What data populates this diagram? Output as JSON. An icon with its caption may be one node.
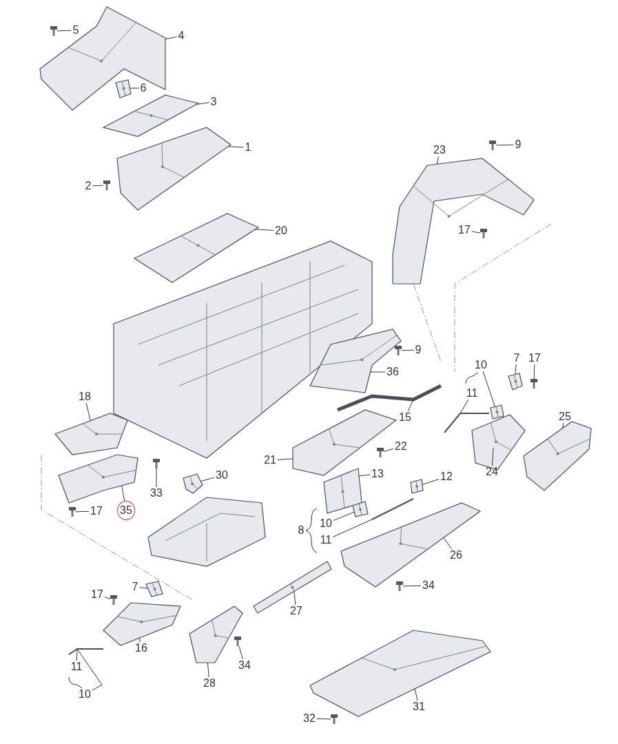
{
  "diagram": {
    "nodes": [
      {
        "text": [
          "5"
        ]
      },
      {
        "text": [
          "4"
        ]
      },
      {
        "text": [
          "6"
        ]
      },
      {
        "text": [
          "3"
        ]
      },
      {
        "text": [
          "23"
        ]
      },
      {
        "text": [
          "9"
        ]
      },
      {
        "text": [
          "1"
        ]
      },
      {
        "text": [
          "2"
        ]
      },
      {
        "text": [
          "20"
        ]
      },
      {
        "text": [
          "17"
        ]
      },
      {
        "text": [
          "9"
        ]
      },
      {
        "text": [
          "10"
        ]
      },
      {
        "text": [
          "7"
        ]
      },
      {
        "text": [
          "17"
        ]
      },
      {
        "text": [
          "36"
        ]
      },
      {
        "text": [
          "11"
        ]
      },
      {
        "text": [
          "18"
        ]
      },
      {
        "text": [
          "25"
        ]
      },
      {
        "text": [
          "15"
        ]
      },
      {
        "text": [
          "22"
        ]
      },
      {
        "text": [
          "21"
        ]
      },
      {
        "text": [
          "13"
        ]
      },
      {
        "text": [
          "30"
        ]
      },
      {
        "text": [
          "12"
        ]
      },
      {
        "text": [
          "24"
        ]
      },
      {
        "text": [
          "33"
        ]
      },
      {
        "text": [
          "17"
        ]
      },
      {
        "text": [
          "35"
        ]
      },
      {
        "text": [
          "10"
        ]
      },
      {
        "text": [
          "8"
        ]
      },
      {
        "text": [
          "11"
        ]
      },
      {
        "text": [
          "26"
        ]
      },
      {
        "text": [
          "34"
        ]
      },
      {
        "text": [
          "7"
        ]
      },
      {
        "text": [
          "17"
        ]
      },
      {
        "text": [
          "27"
        ]
      },
      {
        "text": [
          "16"
        ]
      },
      {
        "text": [
          "34"
        ]
      },
      {
        "text": [
          "11"
        ]
      },
      {
        "text": [
          "28"
        ]
      },
      {
        "text": [
          "10"
        ]
      },
      {
        "text": [
          "32"
        ]
      },
      {
        "text": [
          "31"
        ]
      },
      {
        "text": [],
        "shape": "picture"
      },
      {
        "text": [],
        "shape": "picture"
      },
      {
        "text": [],
        "shape": "picture"
      },
      {
        "text": [],
        "shape": "picture"
      },
      {
        "text": [],
        "shape": "picture"
      },
      {
        "text": [],
        "shape": "picture"
      },
      {
        "text": [],
        "shape": "picture"
      },
      {
        "text": [],
        "shape": "picture"
      },
      {
        "text": [],
        "shape": "picture"
      },
      {
        "text": [],
        "shape": "picture"
      },
      {
        "text": [],
        "shape": "picture"
      },
      {
        "text": [],
        "shape": "picture"
      },
      {
        "text": [],
        "shape": "picture"
      },
      {
        "text": [],
        "shape": "picture"
      },
      {
        "text": [],
        "shape": "picture"
      },
      {
        "text": [],
        "shape": "picture"
      },
      {
        "text": [],
        "shape": "picture"
      },
      {
        "text": [],
        "shape": "picture"
      },
      {
        "text": [],
        "shape": "picture"
      },
      {
        "text": [],
        "shape": "picture"
      },
      {
        "text": [],
        "shape": "picture"
      },
      {
        "text": [],
        "shape": "picture"
      },
      {
        "text": [],
        "shape": "picture"
      },
      {
        "text": [],
        "shape": "picture"
      },
      {
        "text": [],
        "shape": "picture"
      },
      {
        "text": [],
        "shape": "picture"
      },
      {
        "text": [],
        "shape": "picture"
      },
      {
        "text": [],
        "shape": "picture"
      },
      {
        "text": [],
        "shape": "picture"
      },
      {
        "text": [],
        "shape": "picture"
      },
      {
        "text": [],
        "shape": "picture"
      },
      {
        "text": [],
        "shape": "picture"
      },
      {
        "text": [],
        "shape": "picture"
      },
      {
        "text": [],
        "shape": "picture"
      },
      {
        "text": [],
        "shape": "picture"
      },
      {
        "text": [],
        "shape": "picture"
      },
      {
        "text": [],
        "shape": "picture"
      },
      {
        "text": [],
        "shape": "picture"
      },
      {
        "text": [],
        "shape": "picture"
      },
      {
        "text": [],
        "shape": "picture"
      },
      {
        "text": [],
        "shape": "picture"
      }
    ],
    "edges": [
      {
        "from": 0,
        "to": 44,
        "arrow": "none"
      },
      {
        "from": 1,
        "to": 43,
        "arrow": "none"
      },
      {
        "from": 2,
        "to": 45,
        "arrow": "none"
      },
      {
        "from": 3,
        "to": 46,
        "arrow": "none"
      },
      {
        "from": 4,
        "to": 50,
        "arrow": "none"
      },
      {
        "from": 5,
        "to": 51,
        "arrow": "none"
      },
      {
        "from": 6,
        "to": 47,
        "arrow": "none"
      },
      {
        "from": 7,
        "to": 48,
        "arrow": "none"
      },
      {
        "from": 8,
        "to": 49,
        "arrow": "none"
      },
      {
        "from": 9,
        "to": 52,
        "arrow": "none"
      },
      {
        "from": 10,
        "to": 54,
        "arrow": "none"
      },
      {
        "from": 11,
        "to": 56,
        "arrow": "none"
      },
      {
        "from": 12,
        "to": 57,
        "arrow": "none"
      },
      {
        "from": 13,
        "to": 58,
        "arrow": "none"
      },
      {
        "from": 14,
        "to": 53,
        "arrow": "none"
      },
      {
        "from": 15,
        "to": 55,
        "arrow": "none"
      },
      {
        "from": 16,
        "to": 59,
        "arrow": "none"
      },
      {
        "from": 17,
        "to": 60,
        "arrow": "none"
      },
      {
        "from": 18,
        "to": 61,
        "arrow": "none"
      },
      {
        "from": 19,
        "to": 62,
        "arrow": "none"
      },
      {
        "from": 20,
        "to": 63,
        "arrow": "none"
      },
      {
        "from": 21,
        "to": 64,
        "arrow": "none"
      },
      {
        "from": 22,
        "to": 65,
        "arrow": "none"
      },
      {
        "from": 23,
        "to": 66,
        "arrow": "none"
      },
      {
        "from": 24,
        "to": 67,
        "arrow": "none"
      },
      {
        "from": 25,
        "to": 68,
        "arrow": "none"
      },
      {
        "from": 26,
        "to": 69,
        "arrow": "none"
      },
      {
        "from": 27,
        "to": 70,
        "arrow": "none"
      },
      {
        "from": 28,
        "to": 71,
        "arrow": "none"
      },
      {
        "from": 30,
        "to": 72,
        "arrow": "none"
      },
      {
        "from": 31,
        "to": 73,
        "arrow": "none"
      },
      {
        "from": 32,
        "to": 74,
        "arrow": "none"
      },
      {
        "from": 33,
        "to": 75,
        "arrow": "none"
      },
      {
        "from": 34,
        "to": 76,
        "arrow": "none"
      },
      {
        "from": 35,
        "to": 77,
        "arrow": "none"
      },
      {
        "from": 36,
        "to": 78,
        "arrow": "none"
      },
      {
        "from": 37,
        "to": 79,
        "arrow": "none"
      },
      {
        "from": 38,
        "to": 80,
        "arrow": "none"
      },
      {
        "from": 39,
        "to": 81,
        "arrow": "none"
      },
      {
        "from": 40,
        "to": 80,
        "arrow": "none"
      },
      {
        "from": 41,
        "to": 83,
        "arrow": "none"
      },
      {
        "from": 42,
        "to": 82,
        "arrow": "none"
      }
    ]
  }
}
